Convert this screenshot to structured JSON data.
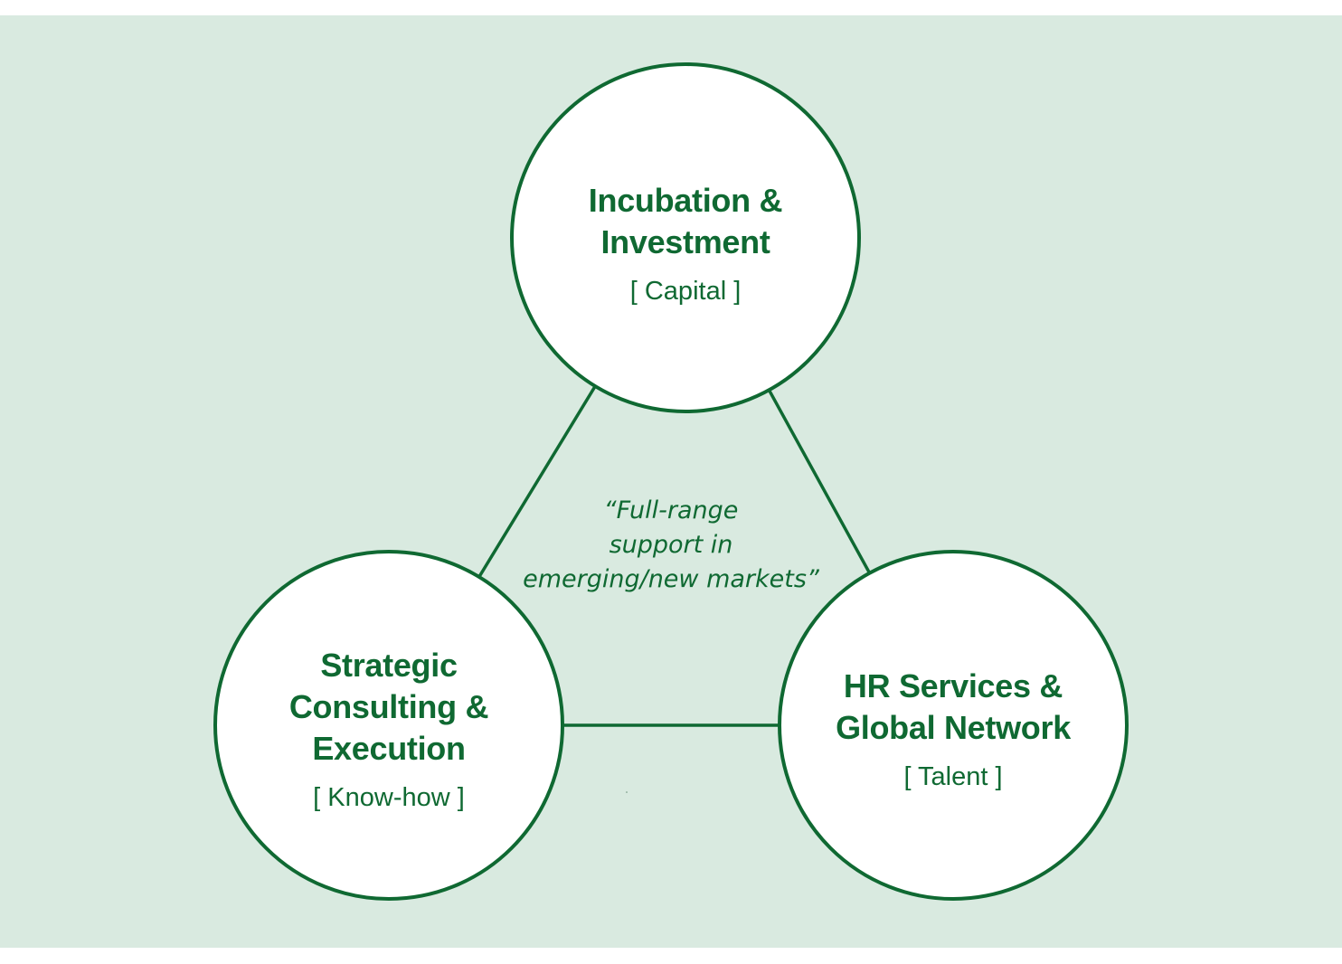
{
  "colors": {
    "background": "#d9eae0",
    "accent": "#0f6932",
    "circle_fill": "#ffffff"
  },
  "nodes": {
    "top": {
      "title": "Incubation &\nInvestment",
      "subtitle": "[ Capital ]"
    },
    "left": {
      "title": "Strategic\nConsulting &\nExecution",
      "subtitle": "[ Know-how ]"
    },
    "right": {
      "title": "HR Services &\nGlobal Network",
      "subtitle": "[ Talent ]"
    }
  },
  "center": {
    "text": "“Full-range\nsupport in\nemerging/new markets”"
  }
}
